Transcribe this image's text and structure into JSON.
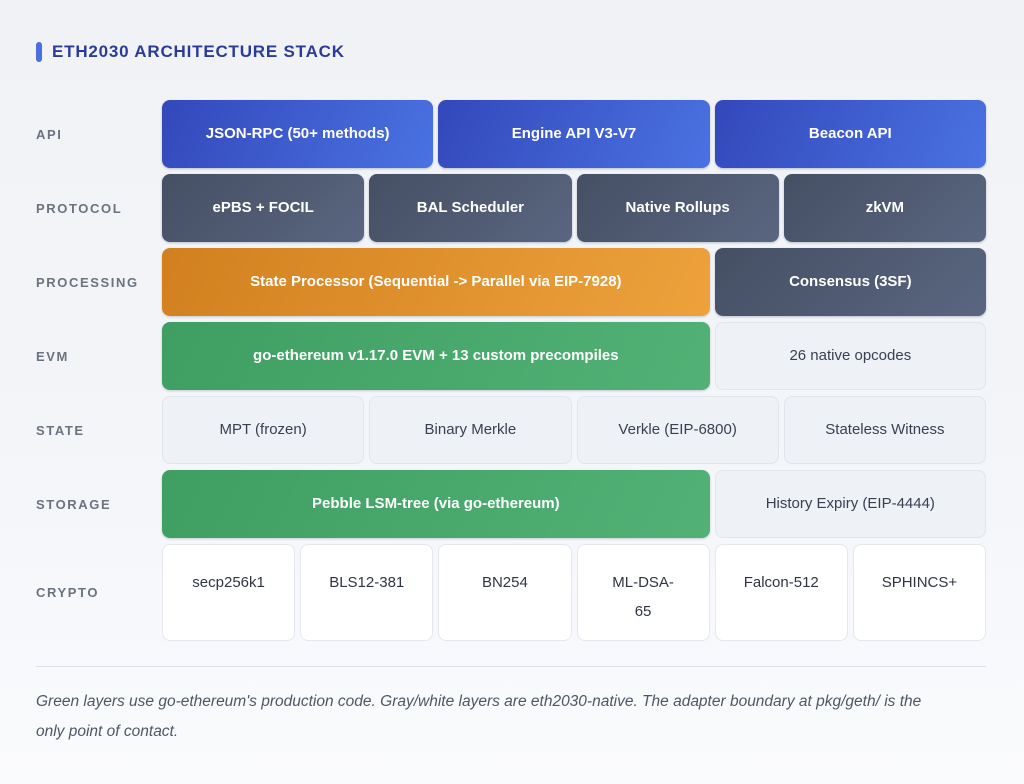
{
  "header": {
    "title": "ETH2030 ARCHITECTURE STACK"
  },
  "colors": {
    "accent": "#4a6ee4",
    "title": "#2b3c98",
    "label": "#6b7280",
    "note": "#4e5765",
    "blue_start": "#3348ba",
    "blue_end": "#4a72e2",
    "slate_start": "#454f64",
    "slate_end": "#5a6680",
    "orange_start": "#d2801f",
    "orange_end": "#eda23c",
    "green_start": "#3f9e61",
    "green_end": "#52b176",
    "light_bg": "#eef1f6",
    "white_bg": "#ffffff"
  },
  "stack": {
    "rows": [
      {
        "label": "API",
        "blocks": [
          {
            "text": "JSON-RPC (50+ methods)",
            "style": "blue",
            "span": 4
          },
          {
            "text": "Engine API V3-V7",
            "style": "blue",
            "span": 4
          },
          {
            "text": "Beacon API",
            "style": "blue",
            "span": 4
          }
        ]
      },
      {
        "label": "PROTOCOL",
        "blocks": [
          {
            "text": "ePBS + FOCIL",
            "style": "slate",
            "span": 3
          },
          {
            "text": "BAL Scheduler",
            "style": "slate",
            "span": 3
          },
          {
            "text": "Native Rollups",
            "style": "slate",
            "span": 3
          },
          {
            "text": "zkVM",
            "style": "slate",
            "span": 3
          }
        ]
      },
      {
        "label": "PROCESSING",
        "blocks": [
          {
            "text": "State Processor (Sequential -> Parallel via EIP-7928)",
            "style": "orange",
            "span": 8
          },
          {
            "text": "Consensus (3SF)",
            "style": "slate",
            "span": 4
          }
        ]
      },
      {
        "label": "EVM",
        "blocks": [
          {
            "text": "go-ethereum v1.17.0 EVM + 13 custom precompiles",
            "style": "green",
            "span": 8
          },
          {
            "text": "26 native opcodes",
            "style": "light",
            "span": 4
          }
        ]
      },
      {
        "label": "STATE",
        "blocks": [
          {
            "text": "MPT (frozen)",
            "style": "light",
            "span": 3
          },
          {
            "text": "Binary Merkle",
            "style": "light",
            "span": 3
          },
          {
            "text": "Verkle (EIP-6800)",
            "style": "light",
            "span": 3
          },
          {
            "text": "Stateless Witness",
            "style": "light",
            "span": 3
          }
        ]
      },
      {
        "label": "STORAGE",
        "blocks": [
          {
            "text": "Pebble LSM-tree (via go-ethereum)",
            "style": "green",
            "span": 8
          },
          {
            "text": "History Expiry (EIP-4444)",
            "style": "light",
            "span": 4
          }
        ]
      },
      {
        "label": "CRYPTO",
        "blocks": [
          {
            "text": "secp256k1",
            "style": "white",
            "span": 2
          },
          {
            "text": "BLS12-381",
            "style": "white",
            "span": 2
          },
          {
            "text": "BN254",
            "style": "white",
            "span": 2
          },
          {
            "text": "ML-DSA-\n65",
            "style": "white",
            "span": 2
          },
          {
            "text": "Falcon-512",
            "style": "white",
            "span": 2
          },
          {
            "text": "SPHINCS+",
            "style": "white",
            "span": 2
          }
        ]
      }
    ]
  },
  "footer": {
    "note": "Green layers use go-ethereum's production code. Gray/white layers are eth2030-native. The adapter boundary at pkg/geth/ is the only point of contact."
  }
}
